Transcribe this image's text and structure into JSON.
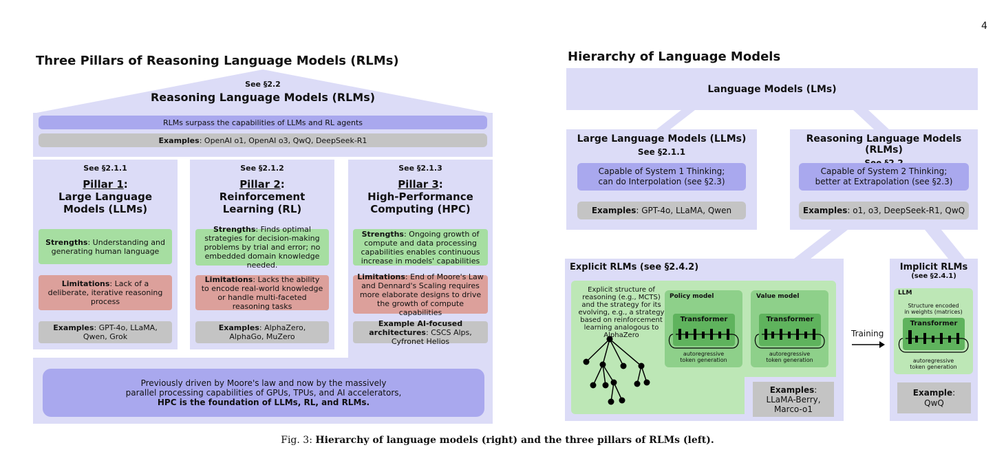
{
  "page_number": "4",
  "left": {
    "heading": "Three Pillars of Reasoning Language Models (RLMs)",
    "roof": {
      "see": "See §2.2",
      "title": "Reasoning Language Models (RLMs)",
      "surpass": "RLMs surpass the capabilities of LLMs and RL agents",
      "examples_label": "Examples",
      "examples_text": ": OpenAI o1, OpenAI o3, QwQ, DeepSeek-R1"
    },
    "pillars": [
      {
        "see": "See §2.1.1",
        "pillar_label": "Pillar 1",
        "colon": ":",
        "name_lines": [
          "Large Language",
          "Models (LLMs)"
        ],
        "strengths_label": "Strengths",
        "strengths_text": ": Understanding and generating human language",
        "limitations_label": "Limitations",
        "limitations_text": ": Lack of a deliberate, iterative reasoning process",
        "examples_label": "Examples",
        "examples_text": ": GPT-4o, LLaMA, Qwen, Grok"
      },
      {
        "see": "See §2.1.2",
        "pillar_label": "Pillar 2",
        "colon": ":",
        "name_lines": [
          "Reinforcement",
          "Learning (RL)"
        ],
        "strengths_label": "Strengths",
        "strengths_text": ": Finds optimal strategies for decision-making problems by trial and error; no embedded domain knowledge needed.",
        "limitations_label": "Limitations",
        "limitations_text": ": Lacks the ability to encode real-world knowledge or handle multi-faceted reasoning tasks",
        "examples_label": "Examples",
        "examples_text": ": AlphaZero, AlphaGo, MuZero"
      },
      {
        "see": "See §2.1.3",
        "pillar_label": "Pillar 3",
        "colon": ":",
        "name_lines": [
          "High-Performance",
          "Computing (HPC)"
        ],
        "strengths_label": "Strengths",
        "strengths_text": ": Ongoing growth of compute and data processing capabilities enables continuous increase in models' capabilities",
        "limitations_label": "Limitations",
        "limitations_text": ": End of Moore's Law and Dennard's Scaling requires more elaborate designs to drive the growth of compute capabilities",
        "examples_label": "Example AI-focused architectures",
        "examples_text": ": CSCS Alps, Cyfronet Helios"
      }
    ],
    "foundation": {
      "line1": "Previously driven by Moore's law and now by the massively",
      "line2": "parallel processing capabilities of GPUs, TPUs, and AI accelerators,",
      "line3": "HPC is the foundation of LLMs, RL, and RLMs."
    }
  },
  "right": {
    "heading": "Hierarchy of Language Models",
    "lms": "Language Models (LMs)",
    "llm": {
      "title": "Large Language Models (LLMs)",
      "see": "See §2.1.1",
      "cap1": "Capable of System 1 Thinking;",
      "cap2": "can do Interpolation (see §2.3)",
      "examples_label": "Examples",
      "examples_text": ": GPT-4o, LLaMA, Qwen"
    },
    "rlm": {
      "title": "Reasoning Language Models (RLMs)",
      "see": "See §2.2",
      "cap1": "Capable of System 2 Thinking;",
      "cap2": "better at Extrapolation (see §2.3)",
      "examples_label": "Examples",
      "examples_text": ": o1, o3, DeepSeek-R1, QwQ"
    },
    "explicit": {
      "title": "Explicit RLMs (see §2.4.2)",
      "desc_lines": [
        "Explicit structure of",
        "reasoning (e.g., MCTS)",
        "and the strategy for its",
        "evolving, e.g., a strategy",
        "based on reinforcement",
        "learning analogous to",
        "AlphaZero"
      ],
      "policy_label": "Policy model",
      "value_label": "Value model",
      "transformer": "Transformer",
      "auto1": "autoregressive",
      "auto2": "token generation",
      "examples_label": "Examples",
      "examples_colon": ":",
      "examples_lines": [
        "LLaMA-Berry,",
        "Marco-o1"
      ]
    },
    "training": "Training",
    "implicit": {
      "title": "Implicit RLMs",
      "see": "(see §2.4.1)",
      "llm_label": "LLM",
      "structure1": "Structure encoded",
      "structure2": "in weights (matrices)",
      "transformer": "Transformer",
      "auto1": "autoregressive",
      "auto2": "token generation",
      "example_label": "Example",
      "example_colon": ":",
      "example_text": "QwQ"
    }
  },
  "caption": {
    "prefix": "Fig. 3: ",
    "bold": "Hierarchy of language models (right) and the three pillars of RLMs (left)."
  }
}
